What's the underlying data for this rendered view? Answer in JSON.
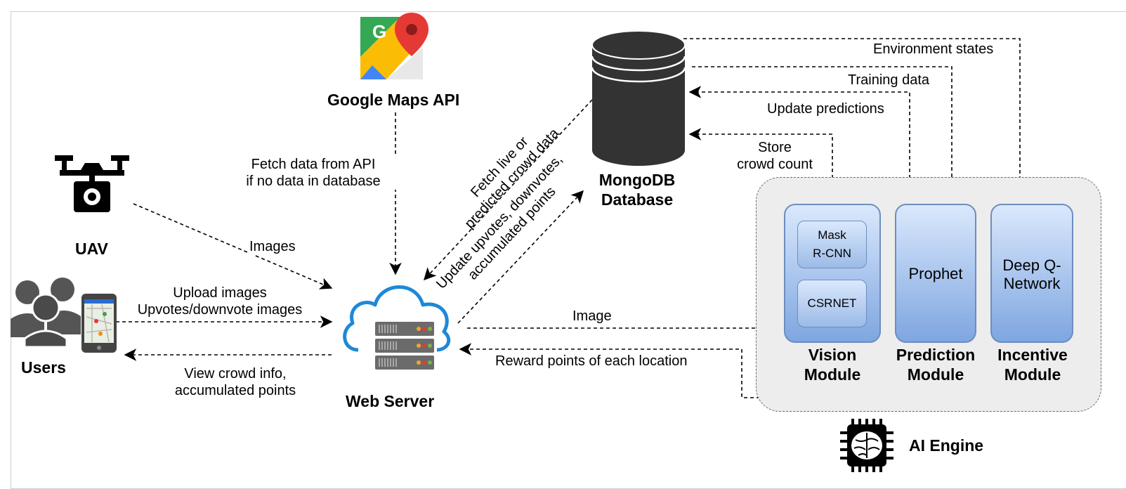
{
  "nodes": {
    "google_maps": "Google Maps API",
    "mongodb": [
      "MongoDB",
      "Database"
    ],
    "uav": "UAV",
    "users": "Users",
    "web_server": "Web Server",
    "ai_engine": "AI Engine"
  },
  "modules": {
    "vision": {
      "title": [
        "Vision",
        "Module"
      ],
      "components": [
        [
          "Mask",
          "R-CNN"
        ],
        [
          "CSRNET"
        ]
      ]
    },
    "prediction": {
      "title": [
        "Prediction",
        "Module"
      ],
      "component": "Prophet"
    },
    "incentive": {
      "title": [
        "Incentive",
        "Module"
      ],
      "component": [
        "Deep Q-",
        "Network"
      ]
    }
  },
  "edges": {
    "fetch_api": [
      "Fetch data from API",
      "if no data in database"
    ],
    "fetch_live": [
      "Fetch  live or",
      "predicted crowd data"
    ],
    "update_votes": [
      "Update upvotes, downvotes,",
      "accumulated points"
    ],
    "images": "Images",
    "upload": [
      "Upload images",
      "Upvotes/downvote images"
    ],
    "view_crowd": [
      "View crowd info,",
      "accumulated points"
    ],
    "image": "Image",
    "reward": "Reward points of each location",
    "environment": "Environment states",
    "training": "Training data",
    "update_predictions": "Update predictions",
    "store_count": [
      "Store",
      "crowd count"
    ]
  },
  "colors": {
    "module_fill_top": "#dae8fc",
    "module_fill_bottom": "#7ea6e0",
    "module_border": "#6c8ebf",
    "cloud": "#1e88d8",
    "database": "#333333",
    "group_fill": "#ededed"
  },
  "icons": [
    "google-maps-icon",
    "drone-icon",
    "users-icon",
    "smartphone-icon",
    "cloud-server-icon",
    "database-icon",
    "brain-chip-icon"
  ]
}
